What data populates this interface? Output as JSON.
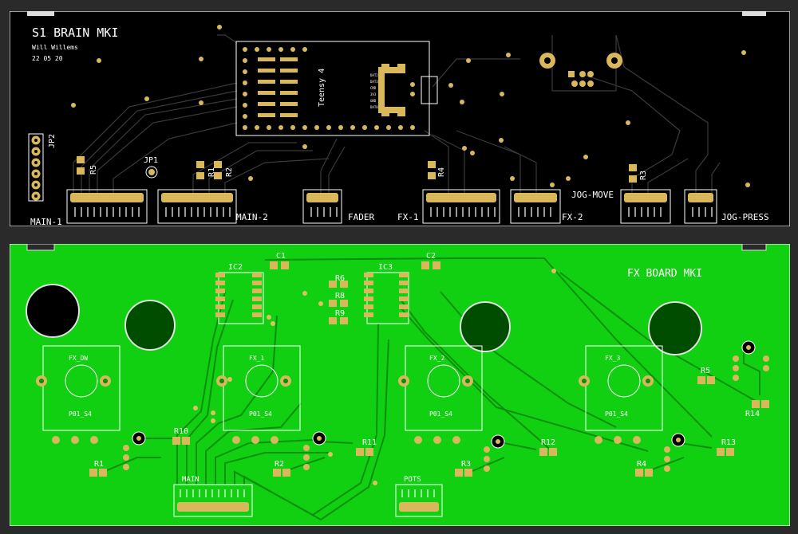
{
  "top_board": {
    "title": "S1 BRAIN MKI",
    "author": "Will Willems",
    "date": "22 05 20",
    "module_label": "Teensy 4",
    "connectors": [
      "MAIN-1",
      "MAIN-2",
      "FADER",
      "FX-1",
      "FX-2",
      "JOG-MOVE",
      "JOG-PRESS"
    ],
    "refs": [
      "JP2",
      "JP1",
      "R5",
      "R1",
      "R2",
      "R4",
      "R3"
    ],
    "colors": {
      "board": "#000000",
      "pad": "#d8b85a",
      "trace": "#3a3a3a",
      "silk": "#ffffff"
    }
  },
  "bottom_board": {
    "title": "FX BOARD MKI",
    "ics": [
      "IC2",
      "IC3"
    ],
    "caps": [
      "C1",
      "C2"
    ],
    "resistors": [
      "R6",
      "R8",
      "R9",
      "R1",
      "R2",
      "R3",
      "R4",
      "R5",
      "R10",
      "R11",
      "R12",
      "R13",
      "R14"
    ],
    "pots": [
      {
        "name": "FX_DW",
        "part": "P01_S4"
      },
      {
        "name": "FX_1",
        "part": "P01_S4"
      },
      {
        "name": "FX_2",
        "part": "P01_S4"
      },
      {
        "name": "FX_3",
        "part": "P01_S4"
      }
    ],
    "connectors": [
      "MAIN",
      "POTS"
    ],
    "colors": {
      "board": "#11d011",
      "pad": "#d8b85a",
      "trace": "#0a8f0a",
      "silk": "#ffffff"
    }
  }
}
